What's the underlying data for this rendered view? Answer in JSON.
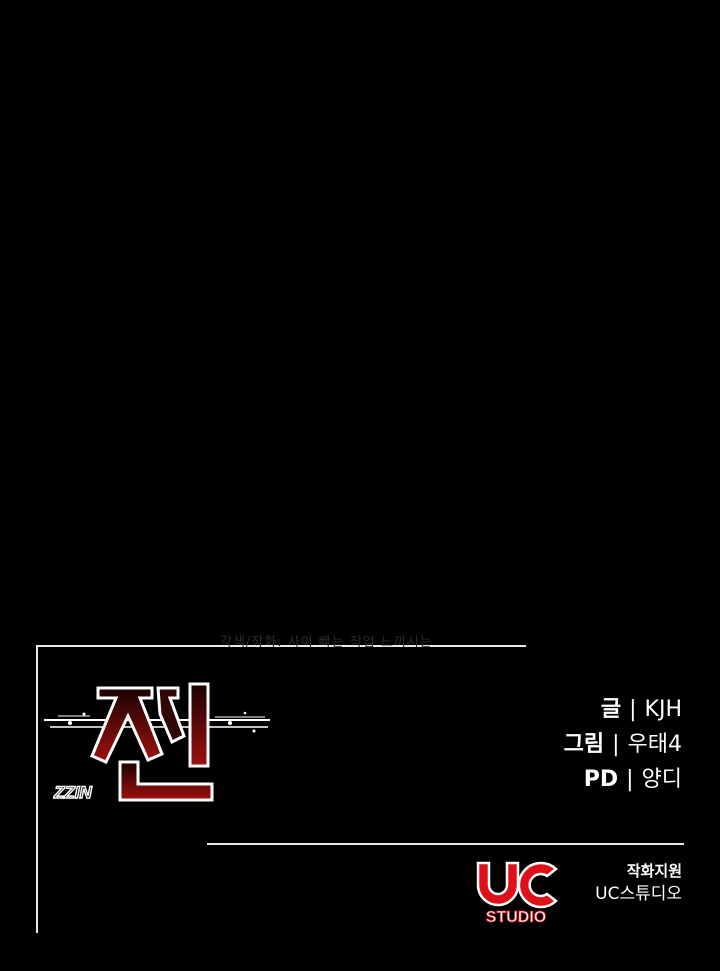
{
  "faint_text": "각색/작화: 사이 빠는 작업 느끼시는",
  "logo": {
    "title": "찐",
    "subtitle": "ZZIN",
    "colors": {
      "main": "#ffffff",
      "blood": "#8a0c0c",
      "dark": "#2a0404"
    }
  },
  "credits": [
    {
      "role": "글",
      "sep": "|",
      "name": "KJH"
    },
    {
      "role": "그림",
      "sep": "|",
      "name": "우태4"
    },
    {
      "role": "PD",
      "sep": "|",
      "name": "양디"
    }
  ],
  "studio": {
    "logo_mark": "UC",
    "logo_text": "STUDIO",
    "support_label": "작화지원",
    "support_name": "UC스튜디오",
    "colors": {
      "red": "#e0101a",
      "white": "#ffffff"
    }
  }
}
